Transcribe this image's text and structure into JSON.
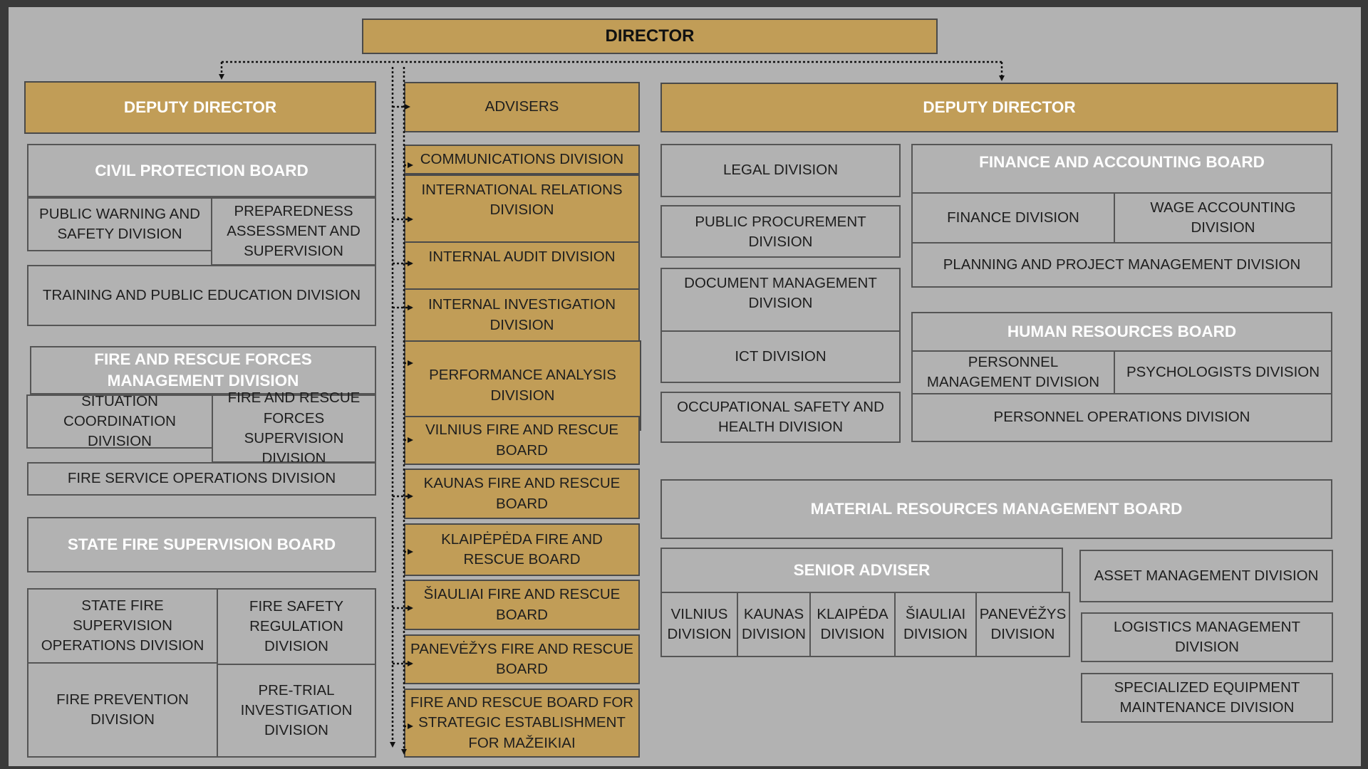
{
  "colors": {
    "gold": "#c19d57",
    "gray": "#b2b2b2",
    "frame": "#3a3a3a",
    "border": "#555555"
  },
  "director": "DIRECTOR",
  "deputy_left": "DEPUTY DIRECTOR",
  "deputy_right": "DEPUTY DIRECTOR",
  "advisers": "ADVISERS",
  "left": {
    "civil_protection_board": "CIVIL PROTECTION BOARD",
    "public_warning": "PUBLIC WARNING AND SAFETY DIVISION",
    "preparedness": "PREPAREDNESS ASSESSMENT AND SUPERVISION",
    "training": "TRAINING AND PUBLIC EDUCATION DIVISION",
    "fire_rescue_forces_mgmt": "FIRE AND RESCUE FORCES MANAGEMENT DIVISION",
    "situation_coordination": "SITUATION COORDINATION DIVISION",
    "forces_supervision": "FIRE AND RESCUE FORCES SUPERVISION DIVISION",
    "fire_service_ops": "FIRE SERVICE OPERATIONS DIVISION",
    "state_fire_supervision_board": "STATE FIRE SUPERVISION BOARD",
    "sfs_operations": "STATE FIRE SUPERVISION OPERATIONS DIVISION",
    "fire_safety_regulation": "FIRE SAFETY REGULATION DIVISION",
    "fire_prevention": "FIRE PREVENTION DIVISION",
    "pretrial_investigation": "PRE-TRIAL INVESTIGATION DIVISION"
  },
  "center": {
    "communications": "COMMUNICATIONS DIVISION",
    "international_relations": "INTERNATIONAL RELATIONS DIVISION",
    "internal_audit": "INTERNAL AUDIT DIVISION",
    "internal_investigation": "INTERNAL INVESTIGATION DIVISION",
    "performance_analysis": "PERFORMANCE ANALYSIS DIVISION",
    "vilnius_board": "VILNIUS FIRE AND RESCUE BOARD",
    "kaunas_board": "KAUNAS FIRE AND RESCUE BOARD",
    "klaipeda_board": "KLAIPĖPĖDA FIRE AND RESCUE BOARD",
    "siauliai_board": "ŠIAULIAI FIRE AND RESCUE BOARD",
    "panevezys_board": "PANEVĖŽYS FIRE AND RESCUE BOARD",
    "mazeikiai_board": "FIRE AND RESCUE BOARD FOR STRATEGIC  ESTABLISHMENT FOR MAŽEIKIAI"
  },
  "right": {
    "legal": "LEGAL DIVISION",
    "public_procurement": "PUBLIC PROCUREMENT DIVISION",
    "document_management": "DOCUMENT MANAGEMENT DIVISION",
    "ict": "ICT DIVISION",
    "occupational_safety": "OCCUPATIONAL SAFETY AND HEALTH DIVISION",
    "finance_accounting_board": "FINANCE AND ACCOUNTING BOARD",
    "finance_division": "FINANCE DIVISION",
    "wage_accounting": "WAGE ACCOUNTING DIVISION",
    "planning_project": "PLANNING AND PROJECT MANAGEMENT DIVISION",
    "hr_board": "HUMAN RESOURCES BOARD",
    "personnel_management": "PERSONNEL MANAGEMENT DIVISION",
    "psychologists": "PSYCHOLOGISTS DIVISION",
    "personnel_operations": "PERSONNEL OPERATIONS DIVISION",
    "material_resources_board": "MATERIAL RESOURCES MANAGEMENT BOARD",
    "senior_adviser": "SENIOR ADVISER",
    "vilnius_division": "VILNIUS DIVISION",
    "kaunas_division": "KAUNAS DIVISION",
    "klaipeda_division": "KLAIPĖDA DIVISION",
    "siauliai_division": "ŠIAULIAI DIVISION",
    "panevezys_division": "PANEVĖŽYS DIVISION",
    "asset_management": "ASSET MANAGEMENT DIVISION",
    "logistics_management": "LOGISTICS MANAGEMENT DIVISION",
    "specialized_equipment": "SPECIALIZED EQUIPMENT MAINTENANCE DIVISION"
  }
}
